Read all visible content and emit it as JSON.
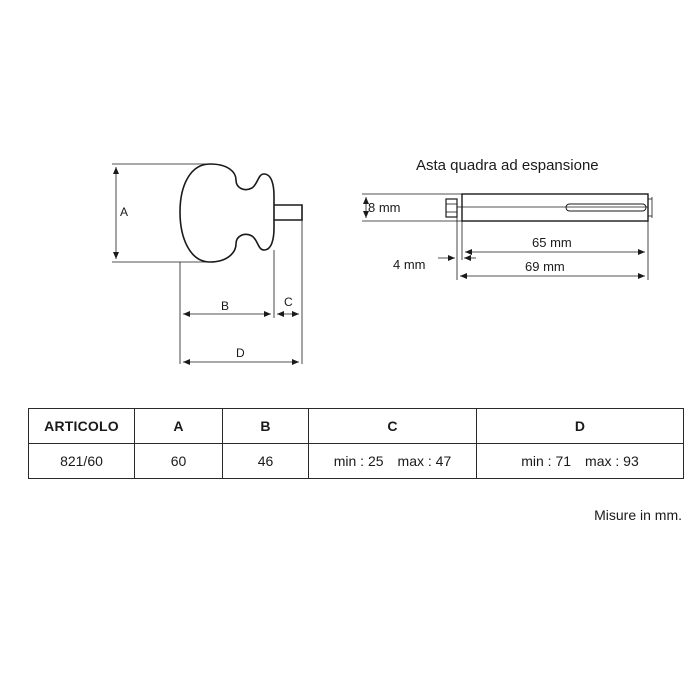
{
  "drawing": {
    "rod_title": "Asta quadra ad espansione",
    "knob_labels": {
      "a": "A",
      "b": "B",
      "c": "C",
      "d": "D"
    },
    "rod_labels": {
      "thickness": "8 mm",
      "collar": "4 mm",
      "inner_length": "65 mm",
      "total_length": "69 mm"
    }
  },
  "table": {
    "headers": [
      "ARTICOLO",
      "A",
      "B",
      "C",
      "D"
    ],
    "row": {
      "articolo": "821/60",
      "a": "60",
      "b": "46",
      "c_min": "min : 25",
      "c_max": "max : 47",
      "d_min": "min : 71",
      "d_max": "max : 93"
    }
  },
  "note": "Misure in mm."
}
